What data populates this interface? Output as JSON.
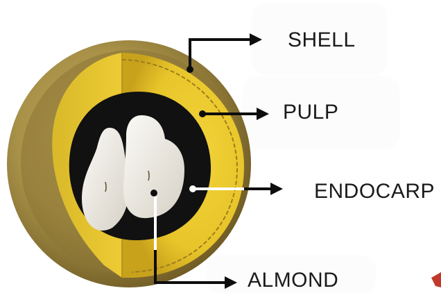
{
  "diagram": {
    "labels": {
      "shell": "SHELL",
      "pulp": "PULP",
      "endocarp": "ENDOCARP",
      "almond": "ALMOND"
    }
  },
  "colors": {
    "shell_outer": "#a89148",
    "pulp": "#e8c52a",
    "endocarp": "#111111",
    "almond": "#ece9e2",
    "leader_line": "#0d0d0d",
    "white_leader": "#ffffff",
    "corner_mark": "#c0392b"
  }
}
